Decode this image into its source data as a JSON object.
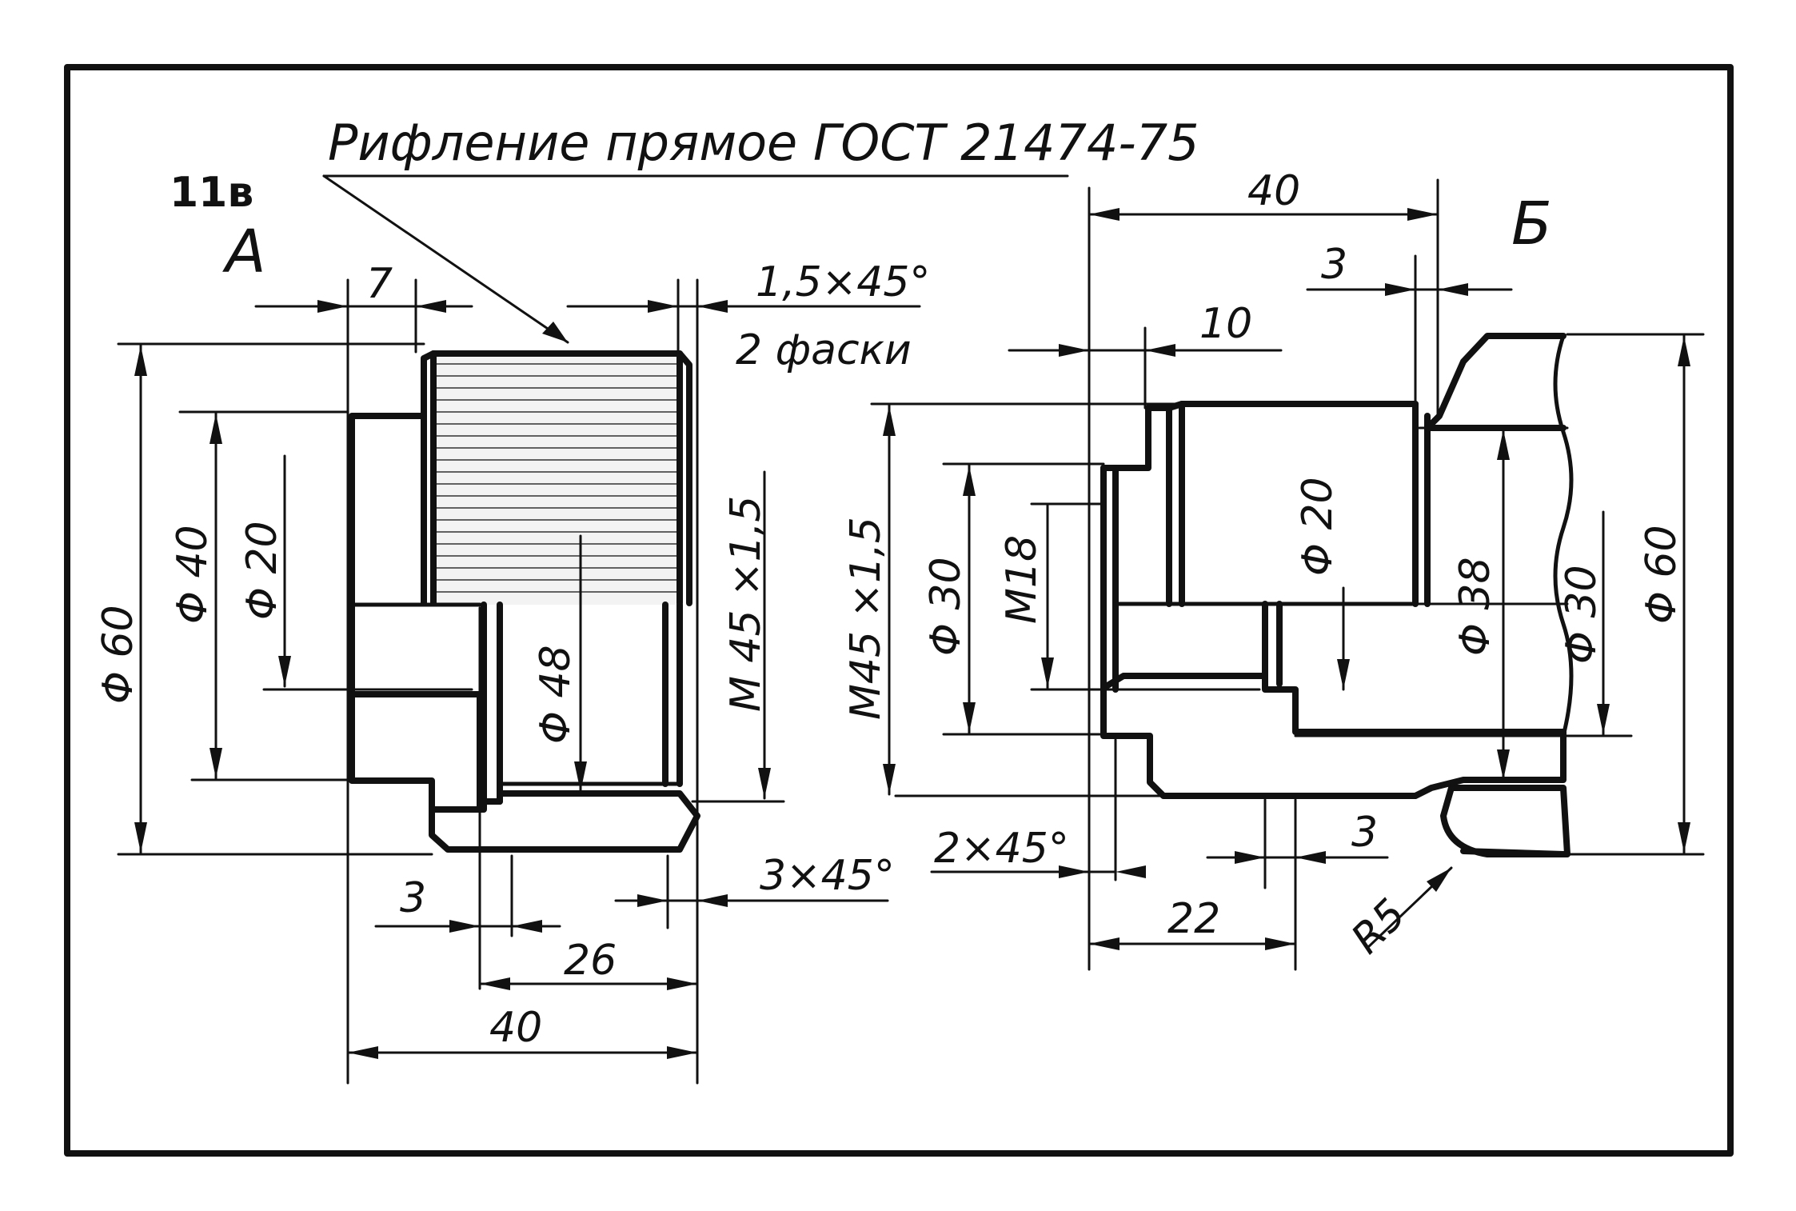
{
  "figure_number": "11в",
  "note": "Рифление прямое ГОСТ 21474-75",
  "views": {
    "a": {
      "label": "А",
      "chamfer_top": "1,5×45°",
      "chamfer_top_count": "2 фаски",
      "chamfer_bottom": "3×45°",
      "dims": {
        "d60": "Φ 60",
        "d40": "Φ 40",
        "d20": "Φ 20",
        "d48": "Φ 48",
        "thread": "M 45 ×1,5",
        "w7": "7",
        "w3": "3",
        "w26": "26",
        "w40": "40"
      }
    },
    "b": {
      "label": "Б",
      "chamfer": "2×45°",
      "radius": "R5",
      "dims": {
        "w40": "40",
        "w3_top": "3",
        "w10": "10",
        "thread": "M45 ×1,5",
        "d30_left": "Φ 30",
        "m18": "M18",
        "d20": "Φ 20",
        "d38": "Φ 38",
        "d30_right": "Φ 30",
        "d60": "Φ 60",
        "w3_bottom": "3",
        "w22": "22"
      }
    }
  }
}
